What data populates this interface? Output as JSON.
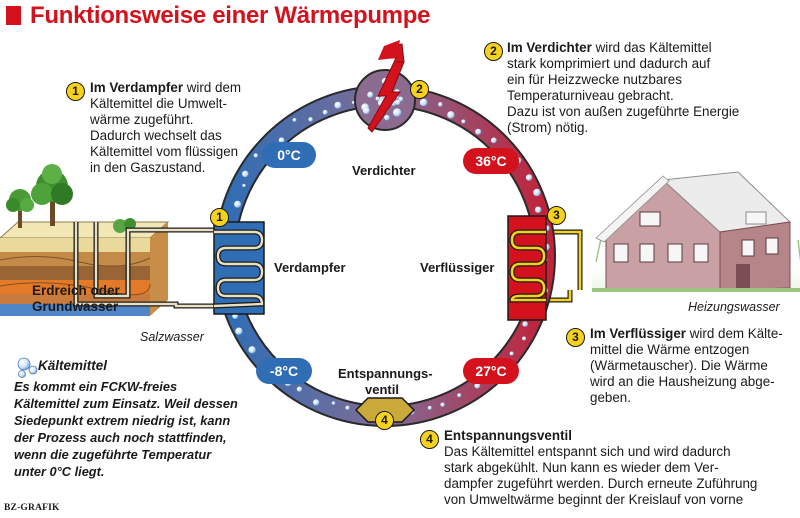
{
  "title": "Funktionsweise einer Wärmepumpe",
  "credit": "BZ-GRAFIK",
  "colors": {
    "cold": "#2f6db5",
    "warm": "#d3121d",
    "accent": "#f6d21c",
    "ring": "#8c6b90"
  },
  "steps": [
    {
      "number": "1",
      "heading": "Im Verdampfer",
      "text": " wird dem\nKältemittel die Umwelt-\nwärme zugeführt.\nDadurch wechselt das\nKältemittel vom flüssigen\nin den Gaszustand."
    },
    {
      "number": "2",
      "heading": "Im Verdichter",
      "text": " wird das Kältemittel\nstark komprimiert und dadurch auf\nein für Heizzwecke nutzbares\nTemperaturniveau gebracht.\nDazu ist von außen zugeführte Energie\n(Strom) nötig."
    },
    {
      "number": "3",
      "heading": "Im Verflüssiger",
      "text": " wird dem Kälte-\nmittel die Wärme entzogen\n(Wärmetauscher). Die Wärme\nwird an die Hausheizung abge-\ngeben."
    },
    {
      "number": "4",
      "heading": "Entspannungsventil",
      "text": "\nDas Kältemittel entspannt sich und wird dadurch\nstark abgekühlt. Nun kann es wieder dem Ver-\ndampfer zugeführt werden. Durch erneute Zuführung\nvon Umweltwärme beginnt der Kreislauf von vorne"
    }
  ],
  "components": {
    "verdichter": "Verdichter",
    "verdampfer": "Verdampfer",
    "verfluessiger": "Verflüssiger",
    "ventil_line1": "Entspannungs-",
    "ventil_line2": "ventil"
  },
  "temperatures": {
    "top_left": "0°C",
    "top_right": "36°C",
    "bottom_left": "-8°C",
    "bottom_right": "27°C"
  },
  "labels": {
    "ground_line1": "Erdreich oder",
    "ground_line2": "Grundwasser",
    "salzwasser": "Salzwasser",
    "heizungswasser": "Heizungswasser"
  },
  "note": {
    "title": "Kältemittel",
    "text": "Es kommt ein FCKW-freies Kältemittel zum Einsatz. Weil dessen Siedepunkt extrem niedrig ist, kann der Prozess auch noch stattfinden, wenn die zugeführte Temperatur unter 0°C liegt."
  }
}
